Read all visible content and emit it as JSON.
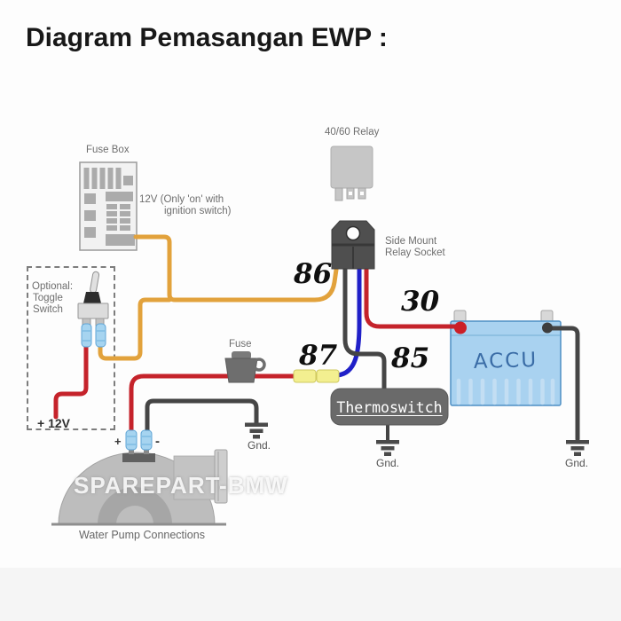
{
  "title": "Diagram Pemasangan EWP :",
  "colors": {
    "wire_orange": "#E2A23C",
    "wire_red": "#C5232B",
    "wire_blue": "#2020C8",
    "wire_black": "#454545",
    "dark": "#4A4A4A",
    "fuse_yellow": "#F3EF90",
    "socket_gray": "#4F4F4F",
    "relay_gray": "#C6C6C6",
    "battery_fill": "#A9D2F0",
    "battery_border": "#4E8FC4",
    "accu_text": "#3A6CA6",
    "connector_blue": "#A6D4F0"
  },
  "fuse_box": {
    "label": "Fuse Box"
  },
  "ignition_note": {
    "line1": "12V (Only 'on' with",
    "line2": "ignition switch)"
  },
  "relay": {
    "label": "40/60 Relay"
  },
  "relay_socket": {
    "label_line1": "Side Mount",
    "label_line2": "Relay Socket"
  },
  "wire_labels": {
    "w86": "86",
    "w30": "30",
    "w87": "87",
    "w85": "85"
  },
  "optional_switch": {
    "line1": "Optional:",
    "line2": "Toggle",
    "line3": "Switch",
    "supply_label": "+ 12V"
  },
  "inline_fuse": {
    "label": "Fuse"
  },
  "thermoswitch": {
    "label": "Thermoswitch"
  },
  "battery": {
    "label": "ACCU"
  },
  "grounds": {
    "pump": "Gnd.",
    "thermoswitch": "Gnd.",
    "battery": "Gnd."
  },
  "pump": {
    "watermark": "SPAREPART-BMW",
    "label": "Water Pump Connections",
    "plus": "+",
    "minus": "-"
  }
}
